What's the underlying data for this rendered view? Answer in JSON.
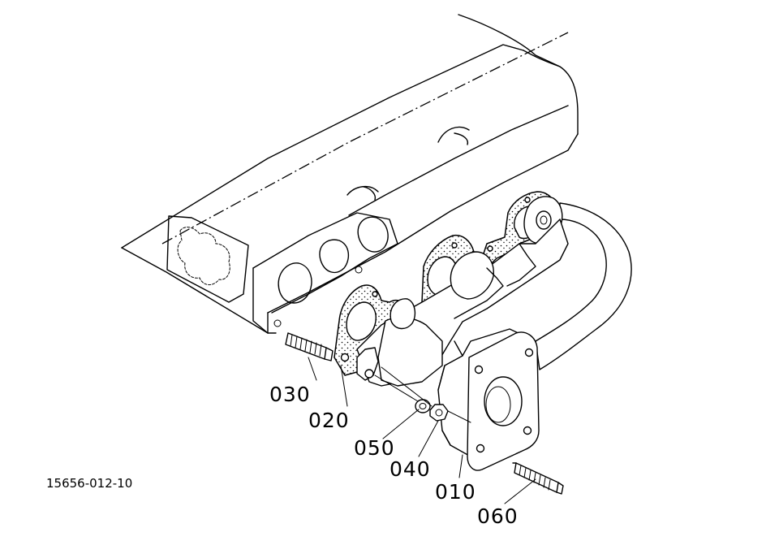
{
  "diagram": {
    "drawing_number": "15656-012-10",
    "callouts": [
      {
        "id": "010",
        "label": "010"
      },
      {
        "id": "020",
        "label": "020"
      },
      {
        "id": "030",
        "label": "030"
      },
      {
        "id": "040",
        "label": "040"
      },
      {
        "id": "050",
        "label": "050"
      },
      {
        "id": "060",
        "label": "060"
      }
    ]
  }
}
